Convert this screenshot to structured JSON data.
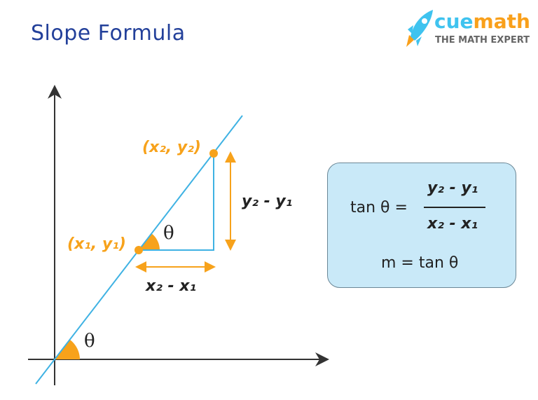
{
  "title": "Slope Formula",
  "logo": {
    "brand_part1": "cue",
    "brand_part2": "math",
    "tagline": "THE MATH EXPERT"
  },
  "diagram": {
    "point1": "(x₁, y₁)",
    "point2": "(x₂, y₂)",
    "rise": "y₂ - y₁",
    "run": "x₂ - x₁",
    "angle_symbol": "θ"
  },
  "formula": {
    "lhs": "tan θ =",
    "numerator": "y₂ - y₁",
    "denominator": "x₂ - x₁",
    "line2": "m = tan θ"
  },
  "colors": {
    "line": "#3fb2e3",
    "accent": "#f7a21b",
    "title": "#23409a",
    "box": "#c9e9f8"
  }
}
